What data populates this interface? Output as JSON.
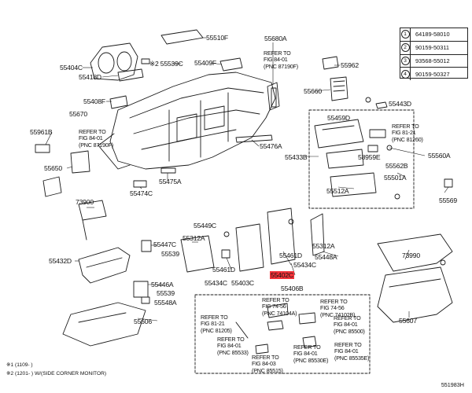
{
  "legend": [
    {
      "num": "1",
      "code": "64189-58010"
    },
    {
      "num": "2",
      "code": "90159-50311"
    },
    {
      "num": "3",
      "code": "93568-55012"
    },
    {
      "num": "4",
      "code": "90159-50327"
    }
  ],
  "labels": {
    "l55510F": "55510F",
    "l55680A": "55680A",
    "l55404C": "55404C",
    "l55539C": "※2 55539C",
    "l55409F": "55409F",
    "l55418D": "55418D",
    "l55962": "55962",
    "l55660": "55660",
    "l55443D": "55443D",
    "l55408F": "55408F",
    "l55670": "55670",
    "l55961B": "55961B",
    "l55650": "55650",
    "l55476A": "55476A",
    "l55474C": "55474C",
    "l55475A": "55475A",
    "l55459D": "55459D",
    "l55433B": "55433B",
    "l58959E": "58959E",
    "l55562B": "55562B",
    "l55560A": "55560A",
    "l55501A": "55501A",
    "l55512A_r": "55512A",
    "l55569": "55569",
    "l73900": "73900",
    "l55447C": "55447C",
    "l55539": "55539",
    "l55432D": "55432D",
    "l55446A": "55446A",
    "l55539b": "55539",
    "l55548A": "55548A",
    "l55606": "55606",
    "l55449C": "55449C",
    "l55312A_a": "55312A",
    "l55461D_a": "55461D",
    "l55434C_a": "55434C",
    "l55403C": "55403C",
    "l55461D_b": "55461D",
    "l55402C": "55402C",
    "l55434C_b": "55434C",
    "l55312A_b": "55312A",
    "l55448A": "55448A",
    "l55406B": "55406B",
    "l73990": "73990",
    "l55607": "55607"
  },
  "refs": {
    "r1": "REFER TO\nFIG 84-01\n(PNC 87190F)",
    "r2": "REFER TO\nFIG 84-01\n(PNC 87190F)",
    "r3": "REFER TO\nFIG 81-21\n(PNC 81260)",
    "r4": "REFER TO\nFIG 74-56\n(PNC 74104A)",
    "r5": "REFER TO\nFIG 74-56\n(PNC 74102B)",
    "r6": "REFER TO\nFIG 81-21\n(PNC 81205)",
    "r7": "REFER TO\nFIG 84-01\n(PNC 85500)",
    "r8": "REFER TO\nFIG 84-01\n(PNC 85533)",
    "r9": "REFER TO\nFIG 84-01\n(PNC 85535E)",
    "r10": "REFER TO\nFIG 84-01\n(PNC 85530E)",
    "r11": "REFER TO\nFIG 84-03\n(PNC 85515)"
  },
  "footnotes": {
    "f1": "※1 (1109-     )",
    "f2": "※2 (1201-     ) W/(SIDE CORNER MONITOR)"
  },
  "figure_id": "551983H",
  "colors": {
    "highlight": "#f3333a",
    "line": "#1a1a1a"
  }
}
